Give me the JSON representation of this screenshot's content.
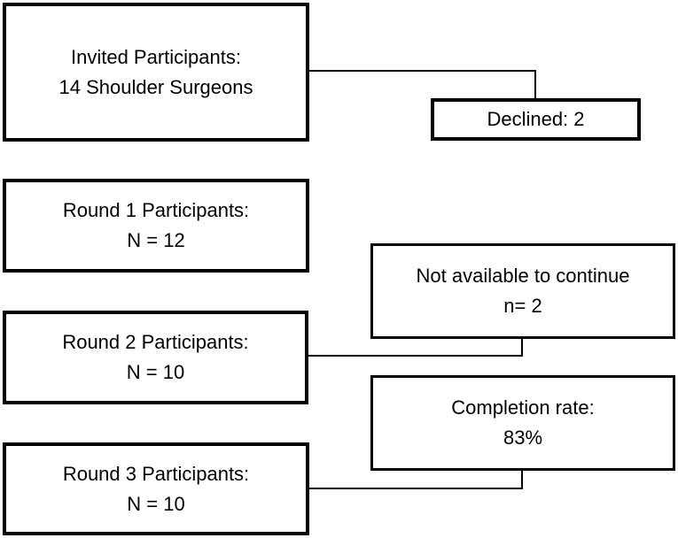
{
  "canvas": {
    "background_color": "#ffffff",
    "line_color": "#000000",
    "text_color": "#000000"
  },
  "boxes": {
    "invited": {
      "line1": "Invited Participants:",
      "line2": "14 Shoulder Surgeons"
    },
    "declined": {
      "line1": "Declined: 2"
    },
    "round1": {
      "line1": "Round 1 Participants:",
      "line2": "N = 12"
    },
    "not_available": {
      "line1": "Not available to continue",
      "line2": "n= 2"
    },
    "round2": {
      "line1": "Round 2 Participants:",
      "line2": "N = 10"
    },
    "completion": {
      "line1": "Completion rate:",
      "line2": "83%"
    },
    "round3": {
      "line1": "Round 3 Participants:",
      "line2": "N = 10"
    }
  },
  "edges": [
    {
      "from": "invited",
      "to": "declined"
    },
    {
      "from": "round2",
      "to": "not_available"
    },
    {
      "from": "round3",
      "to": "completion"
    }
  ]
}
